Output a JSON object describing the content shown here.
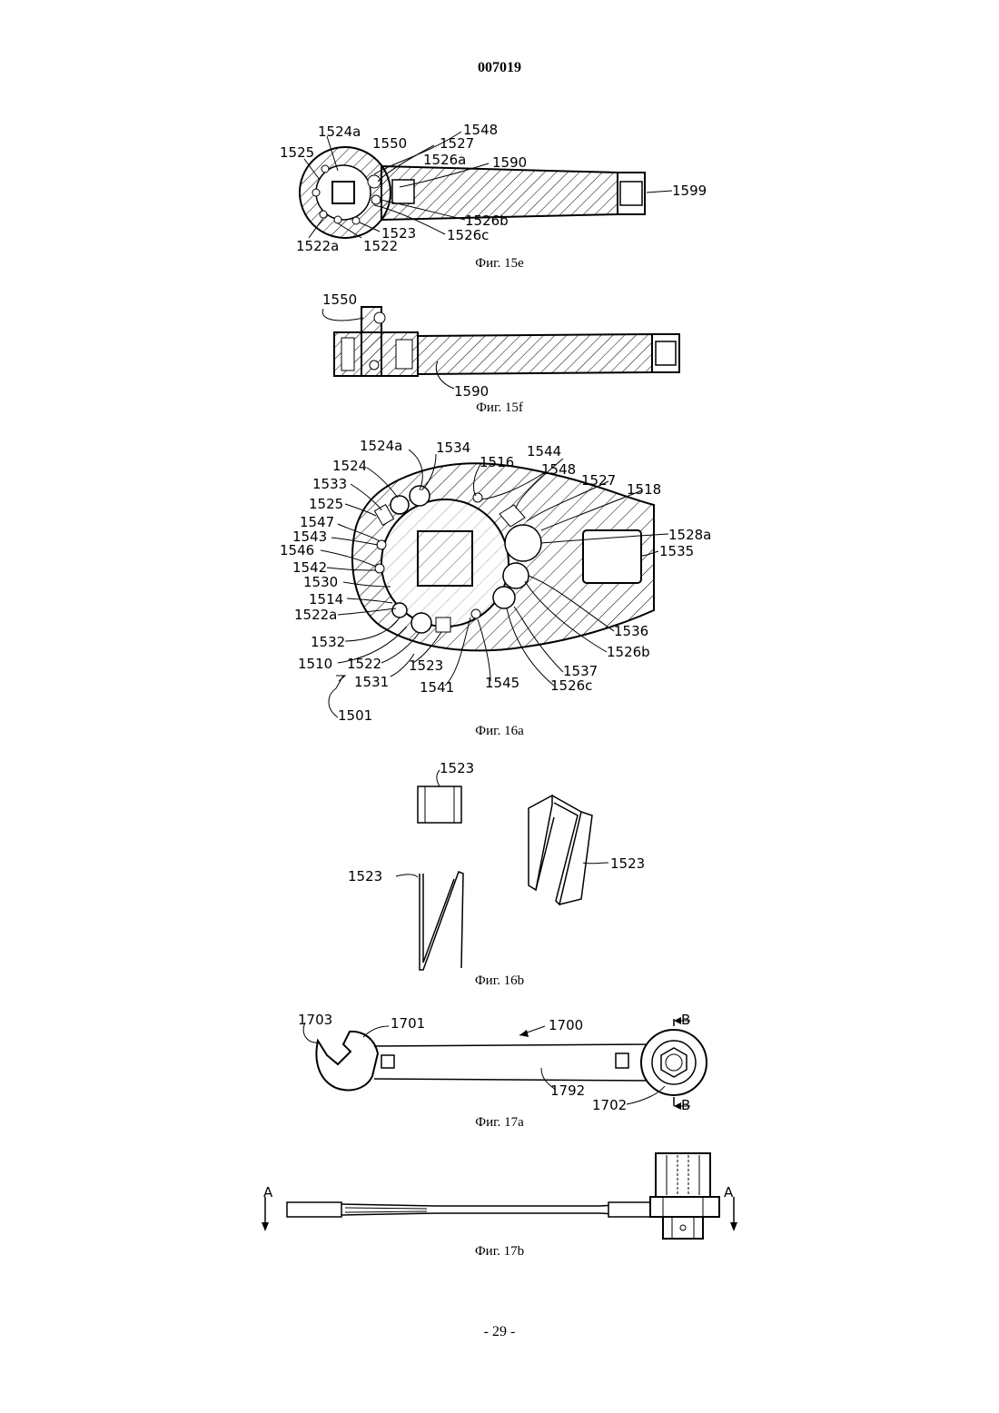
{
  "header": {
    "doc_number": "007019"
  },
  "footer": {
    "page_number": "- 29 -"
  },
  "figures": [
    {
      "caption": "Фиг. 15e",
      "labels": [
        "1524a",
        "1548",
        "1550",
        "1527",
        "1525",
        "1526a",
        "1590",
        "1599",
        "1526b",
        "1523",
        "1526c",
        "1522a",
        "1522"
      ]
    },
    {
      "caption": "Фиг. 15f",
      "labels": [
        "1550",
        "1590"
      ]
    },
    {
      "caption": "Фиг. 16a",
      "labels": [
        "1524a",
        "1534",
        "1516",
        "1544",
        "1524",
        "1548",
        "1527",
        "1518",
        "1533",
        "1525",
        "1528a",
        "1547",
        "1543",
        "1535",
        "1546",
        "1542",
        "1530",
        "1514",
        "1522a",
        "1536",
        "1532",
        "1526b",
        "1510",
        "1522",
        "1523",
        "1537",
        "1531",
        "1541",
        "1545",
        "1526c",
        "1501"
      ]
    },
    {
      "caption": "Фиг. 16b",
      "labels": [
        "1523",
        "1523",
        "1523"
      ]
    },
    {
      "caption": "Фиг. 17a",
      "labels": [
        "1703",
        "1701",
        "1700",
        "B",
        "1792",
        "1702",
        "B"
      ]
    },
    {
      "caption": "Фиг. 17b",
      "labels": [
        "A",
        "A"
      ]
    }
  ]
}
